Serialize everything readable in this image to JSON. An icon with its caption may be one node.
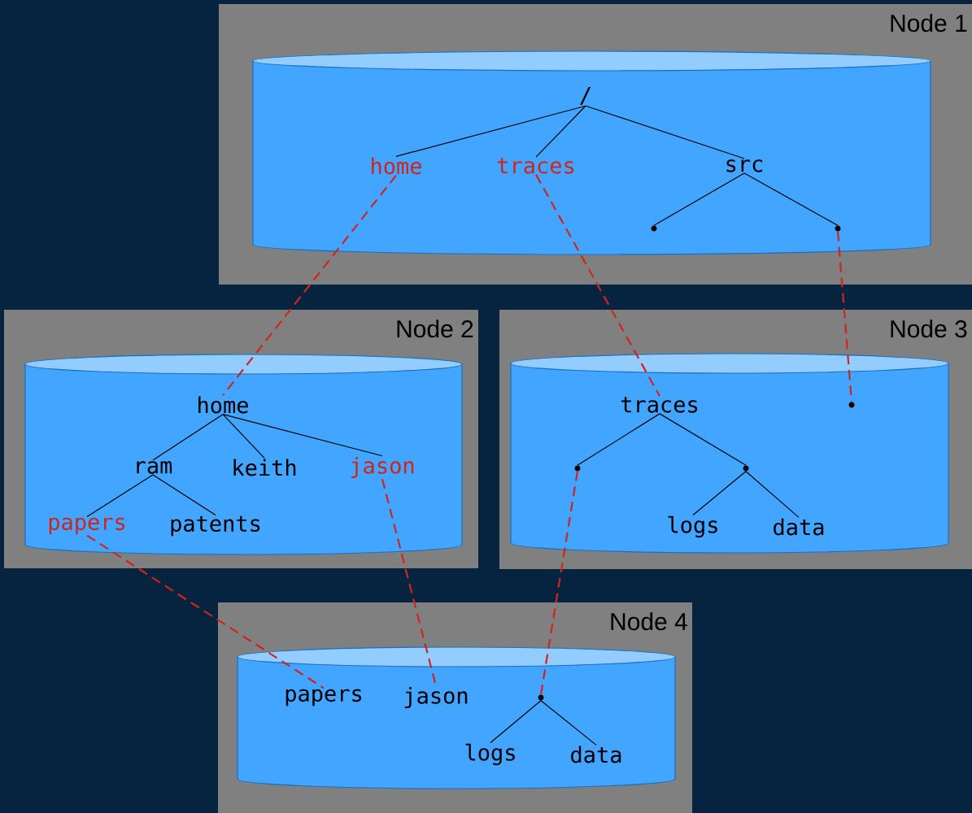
{
  "diagram": {
    "nodes": [
      {
        "text": [
          "Node 1"
        ]
      },
      {
        "text": [],
        "shape": "cylinder",
        "in": 0
      },
      {
        "text": [
          "/"
        ],
        "in": 1
      },
      {
        "text": [
          "home"
        ],
        "in": 1
      },
      {
        "text": [
          "traces"
        ],
        "in": 1
      },
      {
        "text": [
          "src"
        ],
        "in": 1
      },
      {
        "text": [],
        "shape": "circle",
        "in": 1
      },
      {
        "text": [],
        "shape": "circle",
        "in": 1
      },
      {
        "text": [
          "Node 2"
        ]
      },
      {
        "text": [],
        "shape": "cylinder",
        "in": 8
      },
      {
        "text": [
          "home"
        ],
        "in": 9
      },
      {
        "text": [
          "ram"
        ],
        "in": 9
      },
      {
        "text": [
          "keith"
        ],
        "in": 9
      },
      {
        "text": [
          "jason"
        ],
        "in": 9
      },
      {
        "text": [
          "papers"
        ],
        "in": 9
      },
      {
        "text": [
          "patents"
        ],
        "in": 9
      },
      {
        "text": [
          "Node 3"
        ]
      },
      {
        "text": [],
        "shape": "cylinder",
        "in": 16
      },
      {
        "text": [
          "traces"
        ],
        "in": 17
      },
      {
        "text": [],
        "shape": "circle",
        "in": 17
      },
      {
        "text": [],
        "shape": "circle",
        "in": 17
      },
      {
        "text": [],
        "shape": "circle",
        "in": 17
      },
      {
        "text": [
          "logs"
        ],
        "in": 17
      },
      {
        "text": [
          "data"
        ],
        "in": 17
      },
      {
        "text": [
          "Node 4"
        ]
      },
      {
        "text": [],
        "shape": "cylinder",
        "in": 24
      },
      {
        "text": [
          "papers"
        ],
        "in": 25
      },
      {
        "text": [
          "jason"
        ],
        "in": 25
      },
      {
        "text": [],
        "shape": "circle",
        "in": 25
      },
      {
        "text": [
          "logs"
        ],
        "in": 25
      },
      {
        "text": [
          "data"
        ],
        "in": 25
      }
    ],
    "edges": [
      {
        "from": 2,
        "to": 3,
        "arrow": "none"
      },
      {
        "from": 2,
        "to": 4,
        "arrow": "none"
      },
      {
        "from": 2,
        "to": 5,
        "arrow": "none"
      },
      {
        "from": 5,
        "to": 6,
        "arrow": "none"
      },
      {
        "from": 5,
        "to": 7,
        "arrow": "none"
      },
      {
        "from": 10,
        "to": 11,
        "arrow": "none"
      },
      {
        "from": 10,
        "to": 12,
        "arrow": "none"
      },
      {
        "from": 10,
        "to": 13,
        "arrow": "none"
      },
      {
        "from": 11,
        "to": 14,
        "arrow": "none"
      },
      {
        "from": 11,
        "to": 15,
        "arrow": "none"
      },
      {
        "from": 18,
        "to": 20,
        "arrow": "none"
      },
      {
        "from": 18,
        "to": 21,
        "arrow": "none"
      },
      {
        "from": 21,
        "to": 22,
        "arrow": "none"
      },
      {
        "from": 21,
        "to": 23,
        "arrow": "none"
      },
      {
        "from": 28,
        "to": 29,
        "arrow": "none"
      },
      {
        "from": 28,
        "to": 30,
        "arrow": "none"
      },
      {
        "from": 3,
        "to": 10,
        "arrow": "none",
        "style": "dashed",
        "color": "#d0251c"
      },
      {
        "from": 4,
        "to": 18,
        "arrow": "none",
        "style": "dashed",
        "color": "#d0251c"
      },
      {
        "from": 7,
        "to": 19,
        "arrow": "none",
        "style": "dashed",
        "color": "#d0251c"
      },
      {
        "from": 14,
        "to": 26,
        "arrow": "none",
        "style": "dashed",
        "color": "#d0251c"
      },
      {
        "from": 13,
        "to": 27,
        "arrow": "none",
        "style": "dashed",
        "color": "#d0251c"
      },
      {
        "from": 20,
        "to": 28,
        "arrow": "none",
        "style": "dashed",
        "color": "#d0251c"
      }
    ]
  }
}
